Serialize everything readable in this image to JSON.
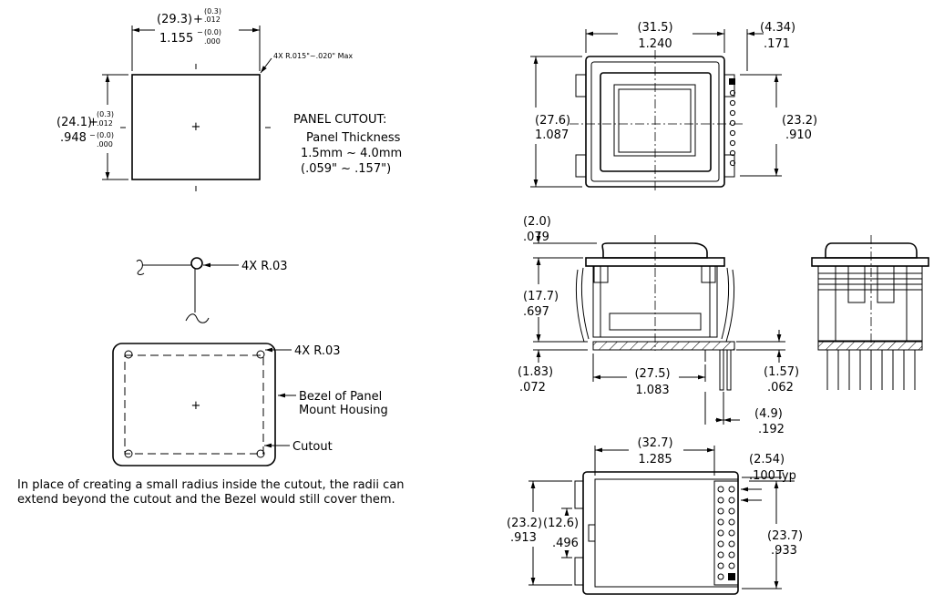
{
  "cutout": {
    "width_mm": "(29.3)",
    "width_in": "1.155",
    "width_tol_mm_plus": "(0.3)",
    "width_tol_in_plus": ".012",
    "width_tol_mm_minus": "(0.0)",
    "width_tol_in_minus": ".000",
    "height_mm": "(24.1)",
    "height_in": ".948",
    "height_tol_mm_plus": "(0.3)",
    "height_tol_in_plus": ".012",
    "height_tol_mm_minus": "(0.0)",
    "height_tol_in_minus": ".000",
    "corner_note": "4X R.015\"~.020\" Max",
    "title": "PANEL CUTOUT:",
    "thickness_label": "Panel Thickness",
    "thickness_mm": "1.5mm ~ 4.0mm",
    "thickness_in": "(.059\" ~ .157\")"
  },
  "radius_detail": {
    "label": "4X R.03"
  },
  "bezel_detail": {
    "radius_label": "4X R.03",
    "bezel_line1": "Bezel of Panel",
    "bezel_line2": "Mount Housing",
    "cutout_label": "Cutout",
    "note_line1": "In place of creating a small radius inside the cutout, the radii can",
    "note_line2": "extend beyond the cutout and the Bezel would still cover them."
  },
  "front_view": {
    "width_mm": "(31.5)",
    "width_in": "1.240",
    "offset_mm": "(4.34)",
    "offset_in": ".171",
    "height_mm": "(27.6)",
    "height_in": "1.087",
    "inner_height_mm": "(23.2)",
    "inner_height_in": ".910"
  },
  "side_view": {
    "bezel_mm": "(2.0)",
    "bezel_in": ".079",
    "depth_mm": "(17.7)",
    "depth_in": ".697",
    "pcb_mm": "(1.83)",
    "pcb_in": ".072",
    "body_mm": "(27.5)",
    "body_in": "1.083",
    "pin_mm": "(1.57)",
    "pin_in": ".062",
    "pin_len_mm": "(4.9)",
    "pin_len_in": ".192"
  },
  "bottom_view": {
    "width_mm": "(32.7)",
    "width_in": "1.285",
    "pitch_mm": "(2.54)",
    "pitch_in": ".100",
    "pitch_note": "Typ",
    "height_mm": "(23.2)",
    "height_in": ".913",
    "inner_mm": "(12.6)",
    "inner_in": ".496",
    "outer_mm": "(23.7)",
    "outer_in": ".933"
  }
}
